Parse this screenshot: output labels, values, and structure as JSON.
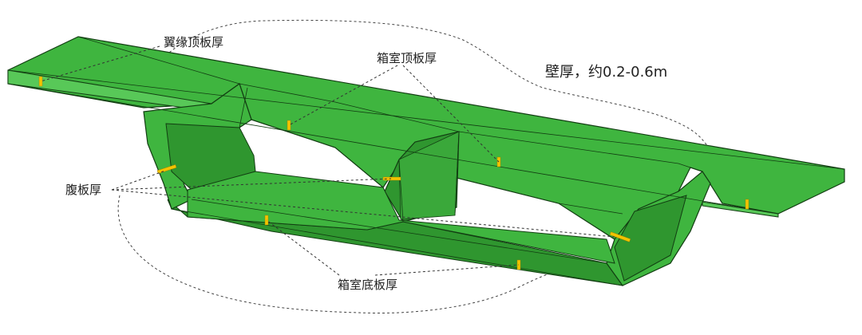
{
  "labels": {
    "flange_top": "翼缘顶板厚",
    "box_top": "箱室顶板厚",
    "wall_thickness_note": "壁厚，约0.2-0.6m",
    "web": "腹板厚",
    "box_bottom": "箱室底板厚"
  },
  "colors": {
    "concrete": "#3fb53f",
    "concrete_dark": "#2f962f",
    "concrete_light": "#58c858",
    "edge": "#123d12",
    "marker": "#f2c400",
    "leader": "#333333"
  }
}
